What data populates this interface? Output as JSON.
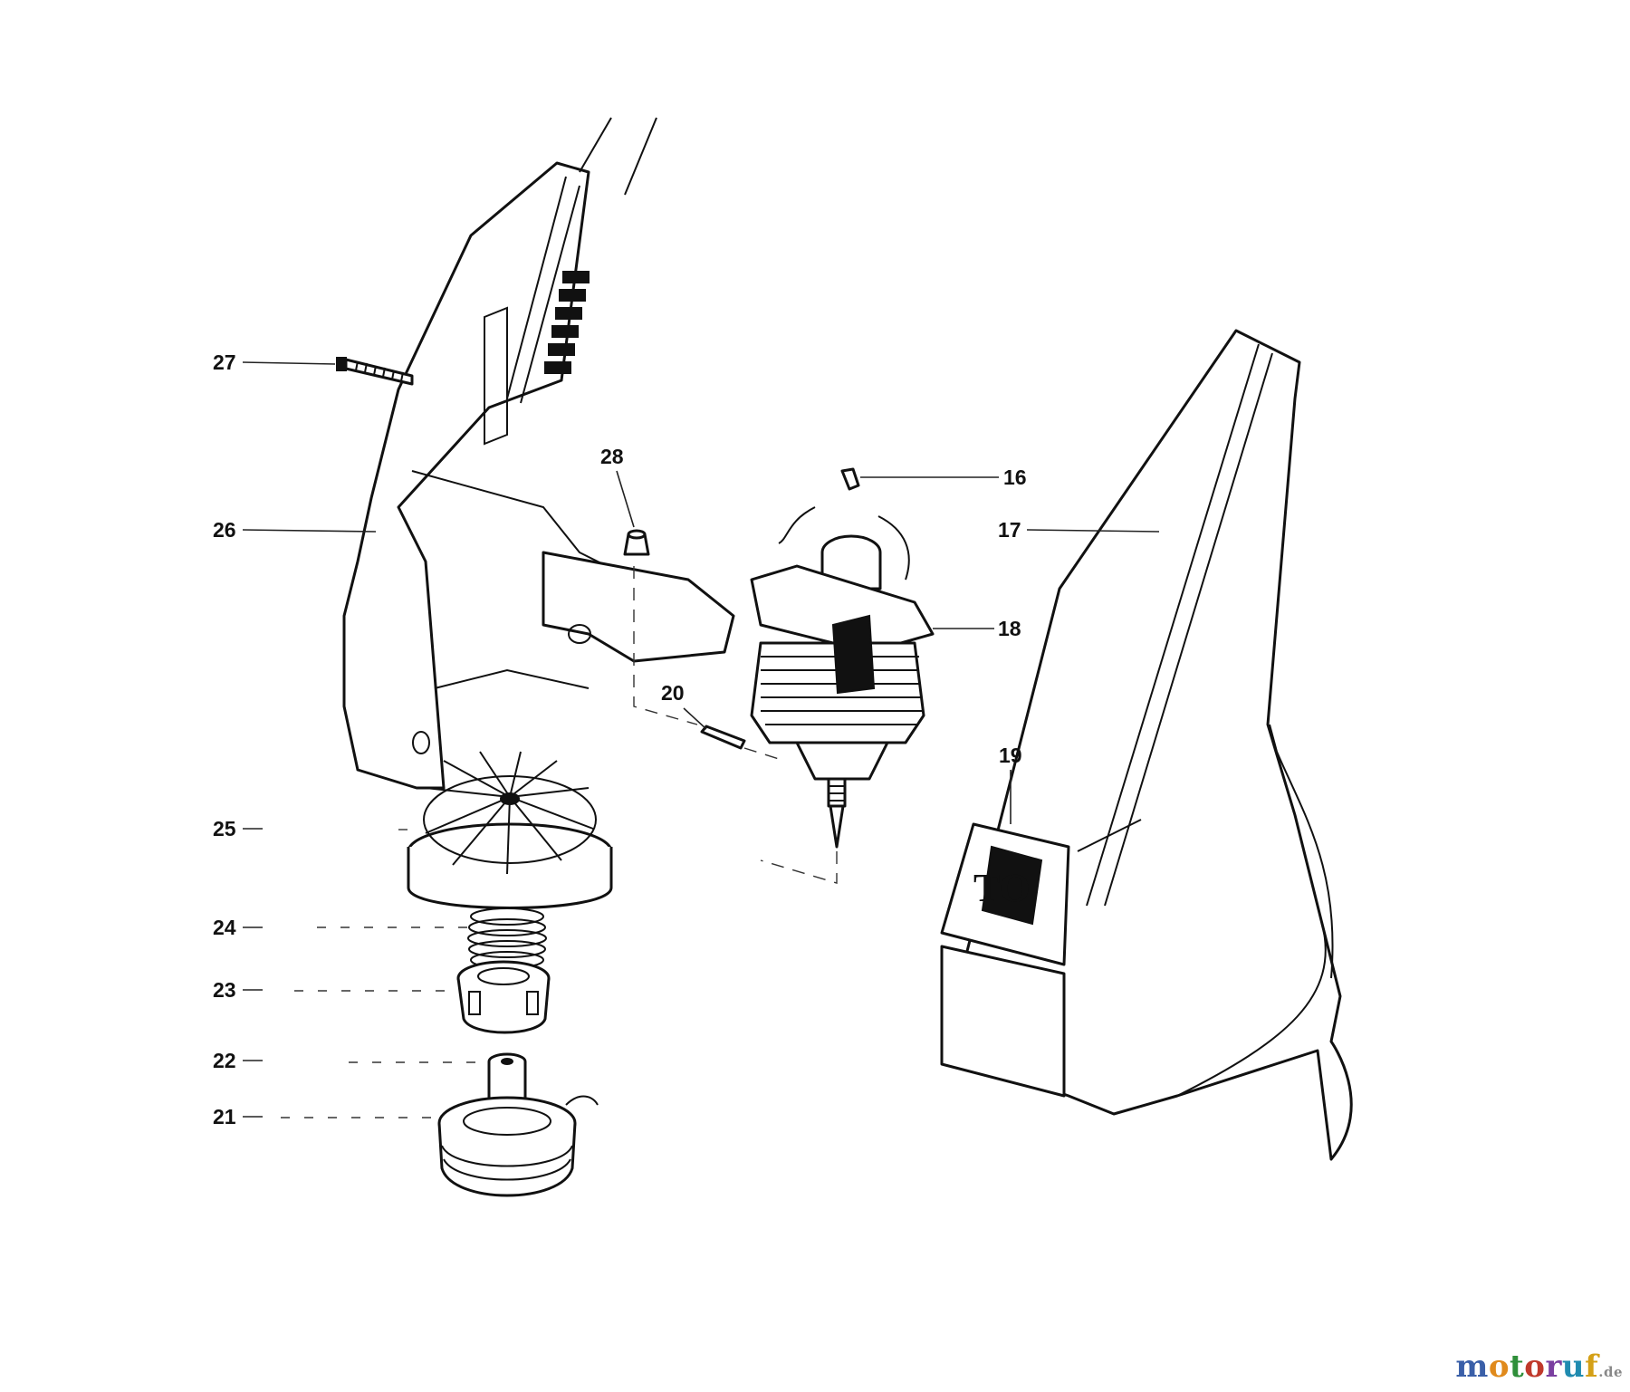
{
  "callouts": {
    "c16": "16",
    "c17": "17",
    "c18": "18",
    "c19": "19",
    "c20": "20",
    "c21": "21",
    "c22": "22",
    "c23": "23",
    "c24": "24",
    "c25": "25",
    "c26": "26",
    "c27": "27",
    "c28": "28"
  },
  "decal_text": "TO",
  "watermark": {
    "letters": [
      "m",
      "o",
      "t",
      "o",
      "r",
      "u",
      "f"
    ],
    "letter_colors": [
      "#3a5fa8",
      "#e08a1c",
      "#2f8f3a",
      "#c0392b",
      "#7b3fa0",
      "#1f8bb0",
      "#d4a017"
    ],
    "tld": ".de"
  }
}
